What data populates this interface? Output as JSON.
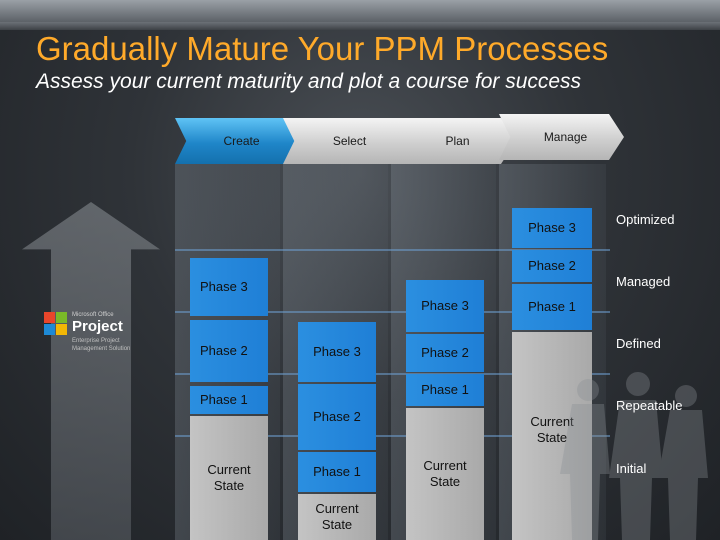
{
  "title": "Gradually Mature Your PPM Processes",
  "subtitle": "Assess your current maturity and plot a course for success",
  "stages": [
    "Create",
    "Select",
    "Plan",
    "Manage"
  ],
  "levels": [
    "Optimized",
    "Managed",
    "Defined",
    "Repeatable",
    "Initial"
  ],
  "columns": {
    "create": {
      "phase3": "Phase 3",
      "phase2": "Phase 2",
      "phase1": "Phase 1",
      "current": [
        "Current",
        "State"
      ]
    },
    "select": {
      "phase3": "Phase 3",
      "phase2": "Phase 2",
      "phase1": "Phase 1",
      "current": [
        "Current",
        "State"
      ]
    },
    "plan": {
      "phase3": "Phase 3",
      "phase2": "Phase 2",
      "phase1": "Phase 1",
      "current": [
        "Current",
        "State"
      ]
    },
    "manage": {
      "phase3": "Phase 3",
      "phase2": "Phase 2",
      "phase1": "Phase 1",
      "current": [
        "Current",
        "State"
      ]
    }
  },
  "logo": {
    "small": "Microsoft Office",
    "name": "Project",
    "line1": "Enterprise Project",
    "line2": "Management Solution",
    "colors": [
      "#e8462b",
      "#7ab928",
      "#1e8ad6",
      "#f2b705"
    ]
  },
  "colors": {
    "title": "#ffaa2a",
    "phase_blue": "#2b8fe0",
    "current_gray": "#b8b8b8"
  }
}
